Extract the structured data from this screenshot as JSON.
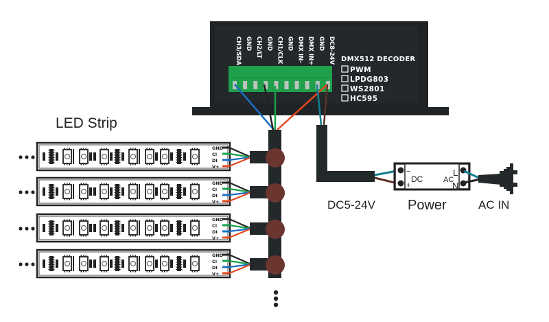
{
  "decoder": {
    "title": "DMX512 DECODER",
    "options": [
      "PWM",
      "LPDG803",
      "WS2801",
      "HC595"
    ],
    "terminals": [
      "CH3/SDA",
      "GND",
      "CH2/LT",
      "GND",
      "CH1/CLK",
      "GND",
      "DMX IN-",
      "DMX IN+",
      "GND",
      "DC8-24V"
    ]
  },
  "led_strip": {
    "title": "LED Strip",
    "count": 4,
    "pins": [
      "GND",
      "CI",
      "DI",
      "V+"
    ],
    "continuation": "•••"
  },
  "power": {
    "title": "Power",
    "dc_label": "DC",
    "ac_label": "AC",
    "minus": "−",
    "plus": "+",
    "l": "L",
    "n": "N"
  },
  "labels": {
    "dc_voltage": "DC5-24V",
    "ac_in": "AC IN",
    "bus_continuation": "•••"
  },
  "colors": {
    "housing": "#1f2326",
    "terminal_block": "#1fa04a",
    "wire_blue": "#1a6fc4",
    "wire_green": "#17a04a",
    "wire_red": "#e8481e",
    "wire_black": "#222222",
    "wire_teal": "#127e8e",
    "wire_brown": "#5a3326",
    "junction": "#6b3530"
  }
}
